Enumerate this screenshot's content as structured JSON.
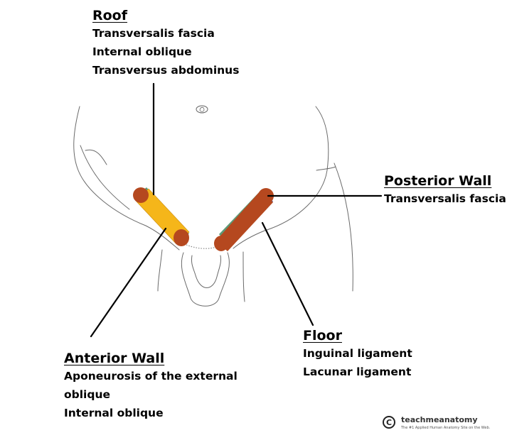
{
  "labels": {
    "roof": {
      "title": "Roof",
      "lines": [
        "Transversalis fascia",
        "Internal oblique",
        "Transversus abdominus"
      ]
    },
    "posterior_wall": {
      "title": "Posterior Wall",
      "lines": [
        "Transversalis fascia"
      ]
    },
    "floor": {
      "title": "Floor",
      "lines": [
        "Inguinal ligament",
        "Lacunar ligament"
      ]
    },
    "anterior_wall": {
      "title": "Anterior Wall",
      "lines": [
        "Aponeurosis of the external",
        "oblique",
        "Internal oblique"
      ]
    }
  },
  "brand": {
    "symbol": "C",
    "name": "teachmeanatomy",
    "tagline": "The #1 Applied Human Anatomy Site on the Web."
  },
  "colors": {
    "canal_fill": "#f5b61a",
    "muscle": "#b5481f",
    "fascia_edge": "#5d9a76",
    "ligament_edge": "#4a5fa8",
    "outline": "#555555",
    "pointer": "#000000"
  }
}
